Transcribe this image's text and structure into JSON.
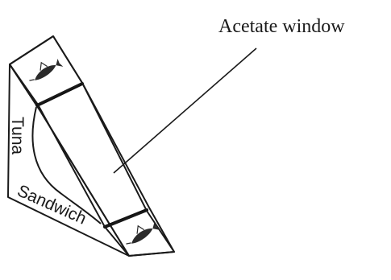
{
  "callout": {
    "label": "Acetate window"
  },
  "package": {
    "side_text_vertical": "Tuna",
    "side_text_horizontal": "Sandwich"
  },
  "icons": {
    "top_panel": "fish-icon",
    "bottom_panel": "fish-icon"
  },
  "colors": {
    "line": "#1a1a1a",
    "background": "#ffffff"
  }
}
